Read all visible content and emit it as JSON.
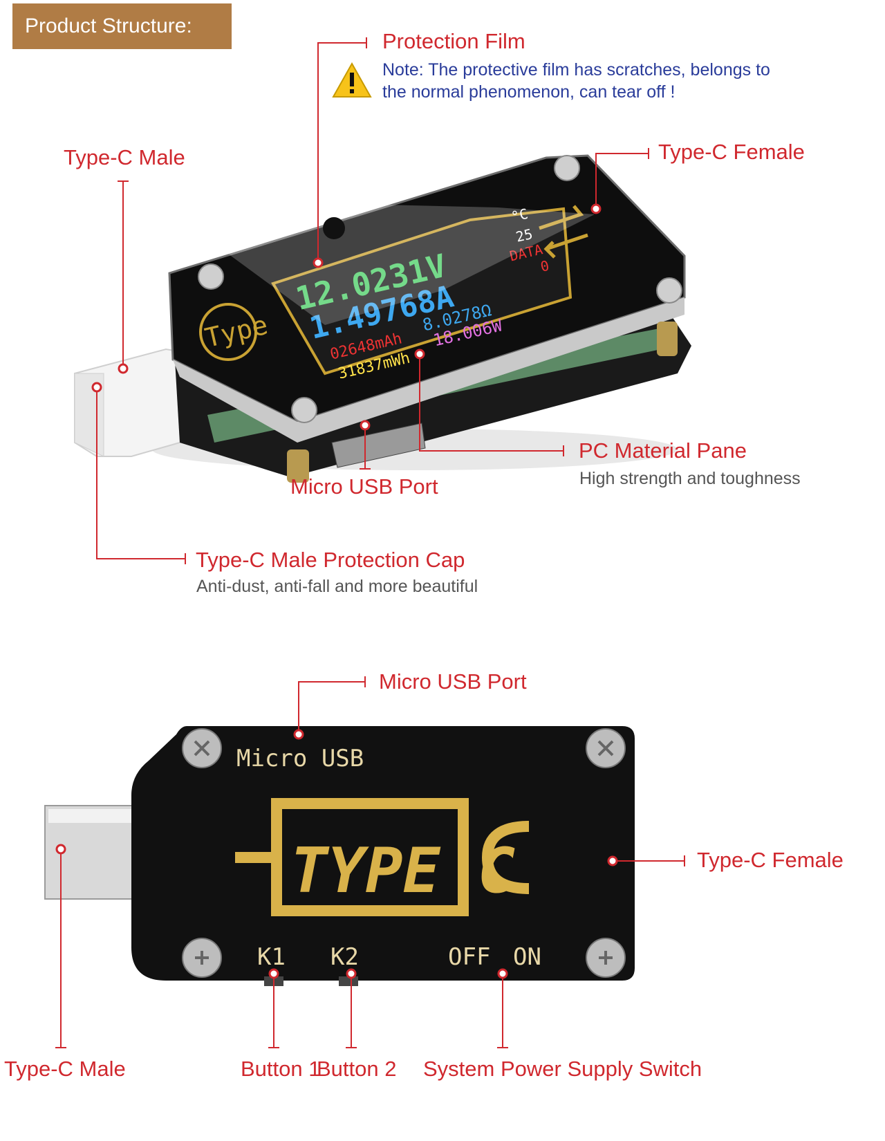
{
  "header": {
    "title": "Product Structure:"
  },
  "top_view": {
    "protection_film": {
      "label": "Protection Film",
      "note_line1": "Note: The protective film has scratches, belongs to",
      "note_line2": "the normal phenomenon, can tear off !"
    },
    "type_c_male": {
      "label": "Type-C Male"
    },
    "type_c_female": {
      "label": "Type-C Female"
    },
    "micro_usb_port": {
      "label": "Micro USB Port"
    },
    "pc_pane": {
      "label": "PC Material Pane",
      "desc": "High strength and toughness"
    },
    "protection_cap": {
      "label": "Type-C Male Protection Cap",
      "desc": "Anti-dust, anti-fall and more beautiful"
    },
    "device_logo": "Type",
    "screen": {
      "voltage": "12.0231V",
      "current": "1.49768A",
      "resistance": "8.0278Ω",
      "power": "18.006W",
      "capacity": "02648mAh",
      "energy": "31837mWh",
      "temp_unit": "°C",
      "temp_value": "25",
      "data_label": "DATA",
      "data_value": "0"
    }
  },
  "bottom_view": {
    "micro_usb_port": {
      "label": "Micro USB Port"
    },
    "silk_micro_usb": "Micro USB",
    "logo": "TYPE C",
    "silk_k1": "K1",
    "silk_k2": "K2",
    "silk_off": "OFF",
    "silk_on": "ON",
    "type_c_female": {
      "label": "Type-C Female"
    },
    "type_c_male": {
      "label": "Type-C Male"
    },
    "button1": {
      "label": "Button 1"
    },
    "button2": {
      "label": "Button 2"
    },
    "power_switch": {
      "label": "System Power Supply Switch"
    }
  },
  "colors": {
    "accent": "#d0282e",
    "header_bg": "#b07c45",
    "note": "#2a3c9a",
    "gold": "#d9b24a",
    "board": "#111111"
  }
}
